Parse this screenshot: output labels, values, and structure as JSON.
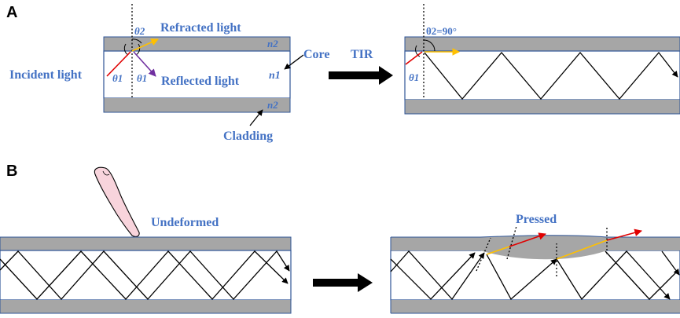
{
  "panel_a": {
    "letter": "A",
    "labels": {
      "refracted_light": "Refracted light",
      "incident_light": "Incident light",
      "reflected_light": "Reflected light",
      "core": "Core",
      "cladding": "Cladding",
      "n2_top": "n2",
      "n1": "n1",
      "n2_bottom": "n2",
      "theta2": "θ2",
      "theta1_left": "θ1",
      "theta1_right": "θ1",
      "tir": "TIR",
      "theta2_90": "θ2=90°",
      "theta1_tir": "θ1"
    }
  },
  "panel_b": {
    "letter": "B",
    "labels": {
      "undeformed": "Undeformed",
      "pressed": "Pressed"
    }
  },
  "colors": {
    "label_blue": "#4472c4",
    "cladding_gray": "#a6a6a6",
    "core_border": "#2f5597",
    "incident_red": "#e00000",
    "refracted_orange": "#ffc000",
    "reflected_purple": "#7030a0",
    "finger_pink": "#f8d4dc"
  }
}
